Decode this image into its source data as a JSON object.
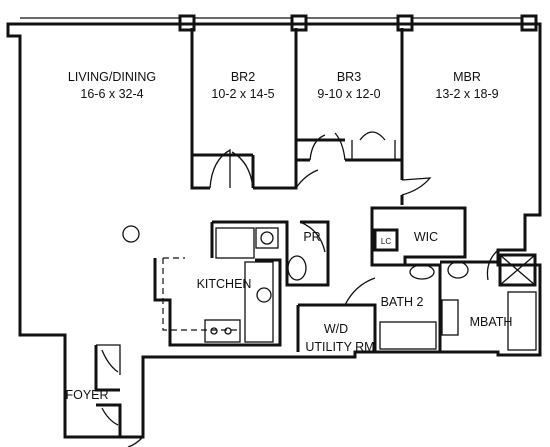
{
  "rooms": {
    "living_dining": {
      "name": "LIVING/DINING",
      "dims": "16-6 x 32-4"
    },
    "br2": {
      "name": "BR2",
      "dims": "10-2 x 14-5"
    },
    "br3": {
      "name": "BR3",
      "dims": "9-10 x 12-0"
    },
    "mbr": {
      "name": "MBR",
      "dims": "13-2 x 18-9"
    },
    "wic": {
      "name": "WIC"
    },
    "lc": {
      "name": "LC"
    },
    "pr": {
      "name": "PR"
    },
    "kitchen": {
      "name": "KITCHEN"
    },
    "bath2": {
      "name": "BATH 2"
    },
    "mbath": {
      "name": "MBATH"
    },
    "wd_line1": "W/D",
    "wd_line2": "UTILITY RM",
    "foyer": {
      "name": "FOYER"
    }
  }
}
